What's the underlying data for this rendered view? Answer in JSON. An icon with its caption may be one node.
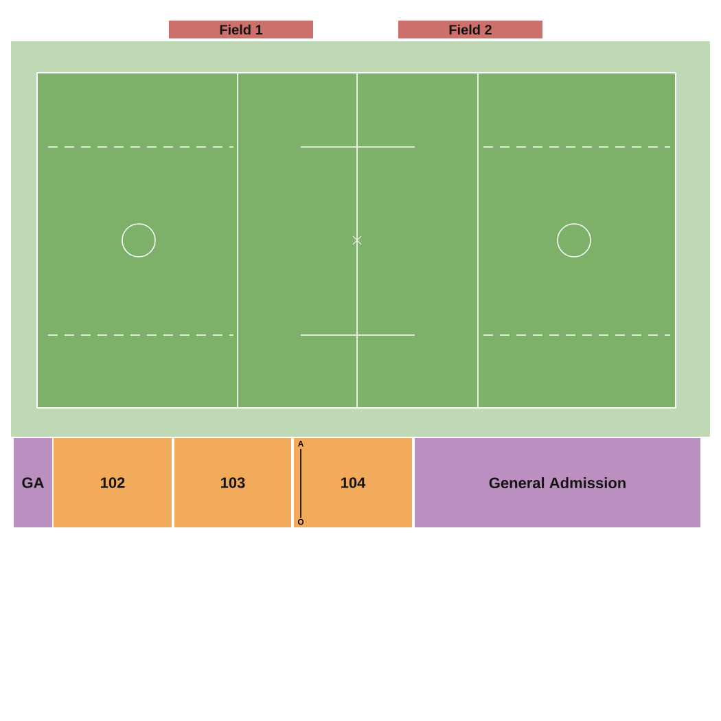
{
  "diagram": {
    "nodes": [
      {
        "text": [
          "Field 1"
        ]
      },
      {
        "text": [
          "Field 2"
        ]
      },
      {
        "text": [
          "GA"
        ]
      },
      {
        "text": [
          "102"
        ]
      },
      {
        "text": [
          "103"
        ]
      },
      {
        "text": [
          "104"
        ]
      },
      {
        "text": [
          "General Admission"
        ]
      }
    ],
    "labels": [
      "A",
      "O"
    ]
  }
}
